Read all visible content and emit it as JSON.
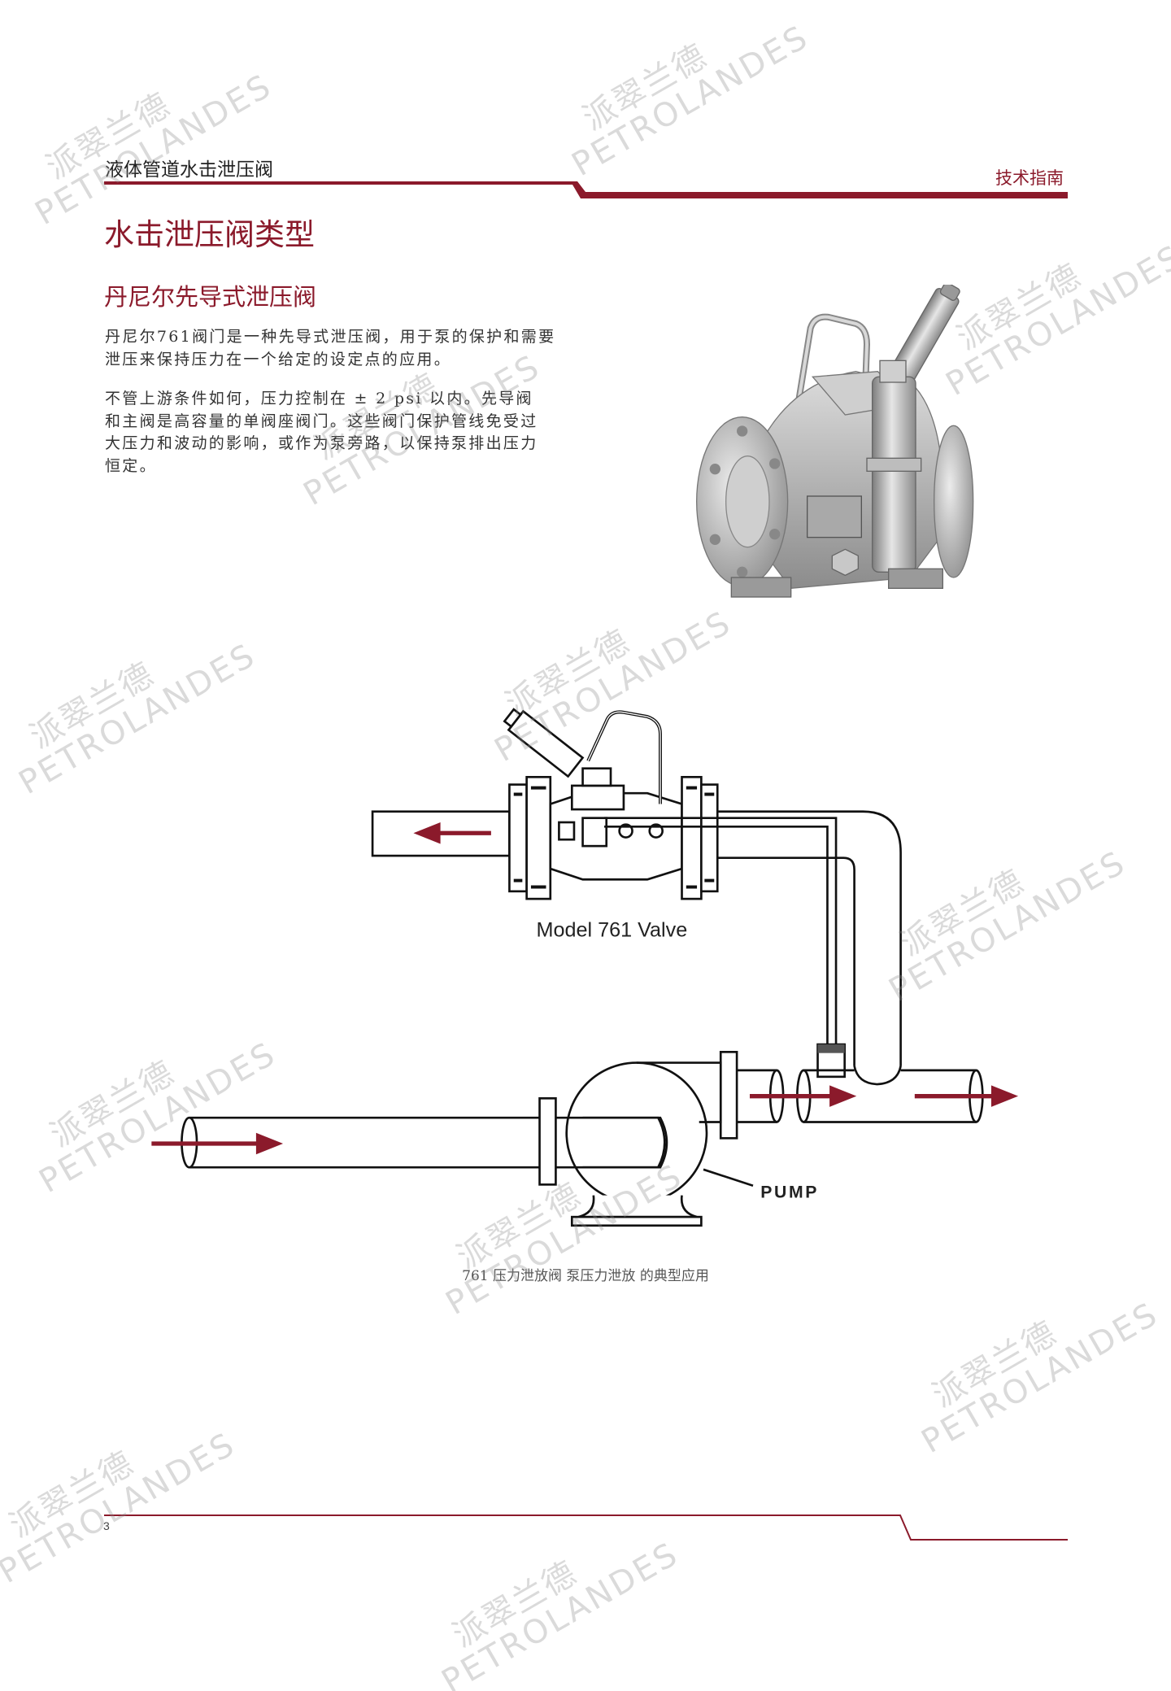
{
  "header": {
    "title": "液体管道水击泄压阀",
    "right": "技术指南"
  },
  "title": "水击泄压阀类型",
  "subtitle": "丹尼尔先导式泄压阀",
  "paragraph1": {
    "lines": [
      "丹尼尔761阀门是一种先导式泄压阀，用于泵的保护和需要",
      "泄压来保持压力在一个给定的设定点的应用。"
    ]
  },
  "paragraph2": {
    "lines": [
      "不管上游条件如何，压力控制在 ± 2 psi 以内。先导阀",
      "和主阀是高容量的单阀座阀门。这些阀门保护管线免受过",
      "大压力和波动的影响，或作为泵旁路，以保持泵排出压力",
      "恒定。"
    ]
  },
  "diagram": {
    "model_label": "Model 761 Valve",
    "pump_label": "PUMP",
    "caption": "761 压力泄放阀 泵压力泄放 的典型应用"
  },
  "page_number": "3",
  "watermark": {
    "cn": "派翠兰德",
    "en": "PETROLANDES"
  },
  "colors": {
    "accent": "#8b1a2b",
    "arrow": "#8b1a2b"
  }
}
